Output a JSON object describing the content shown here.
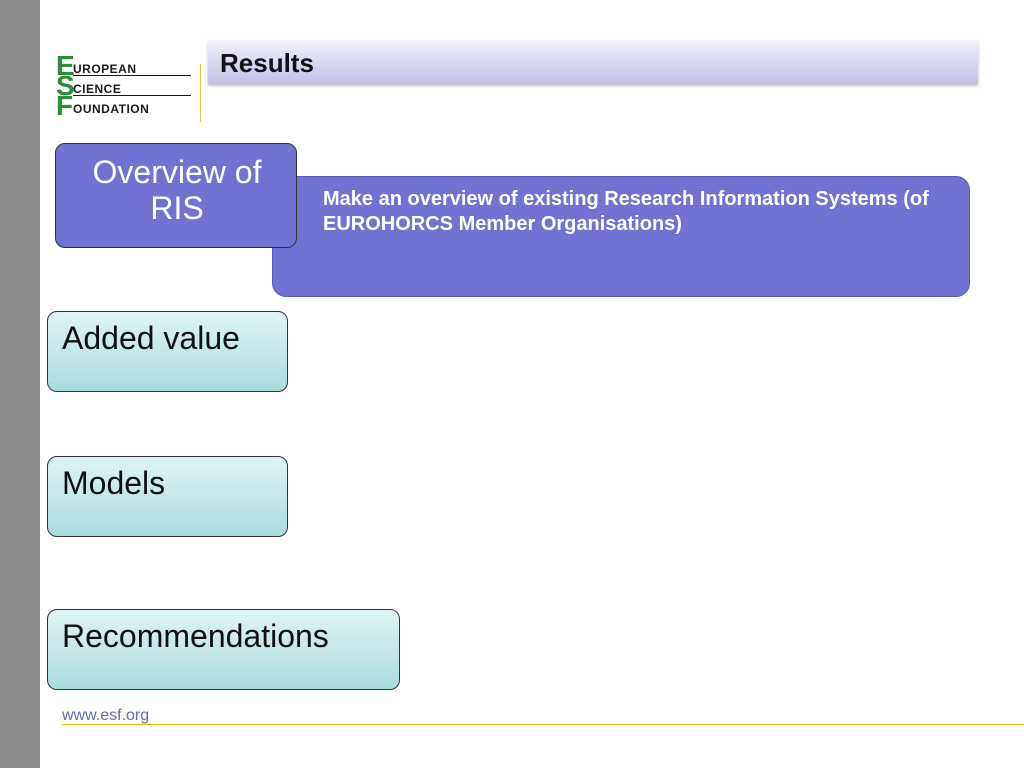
{
  "logo": {
    "line1_big": "E",
    "line1_rest": "UROPEAN",
    "line2_big": "S",
    "line2_rest": "CIENCE",
    "line3_big": "F",
    "line3_rest": "OUNDATION"
  },
  "header": {
    "title": "Results"
  },
  "boxes": {
    "overview": "Overview of RIS",
    "added_value": "Added value",
    "models": "Models",
    "recommendations": "Recommendations"
  },
  "description": "Make an overview of existing Research Information Systems (of  EUROHORCS Member Organisations)",
  "footer": {
    "url": "www.esf.org"
  },
  "colors": {
    "accent": "#7272d2",
    "teal_box": "#bfe6e6",
    "logo_green": "#2e8b3a",
    "footer_line": "#e2c400",
    "sidebar_gray": "#8a8a8a"
  }
}
